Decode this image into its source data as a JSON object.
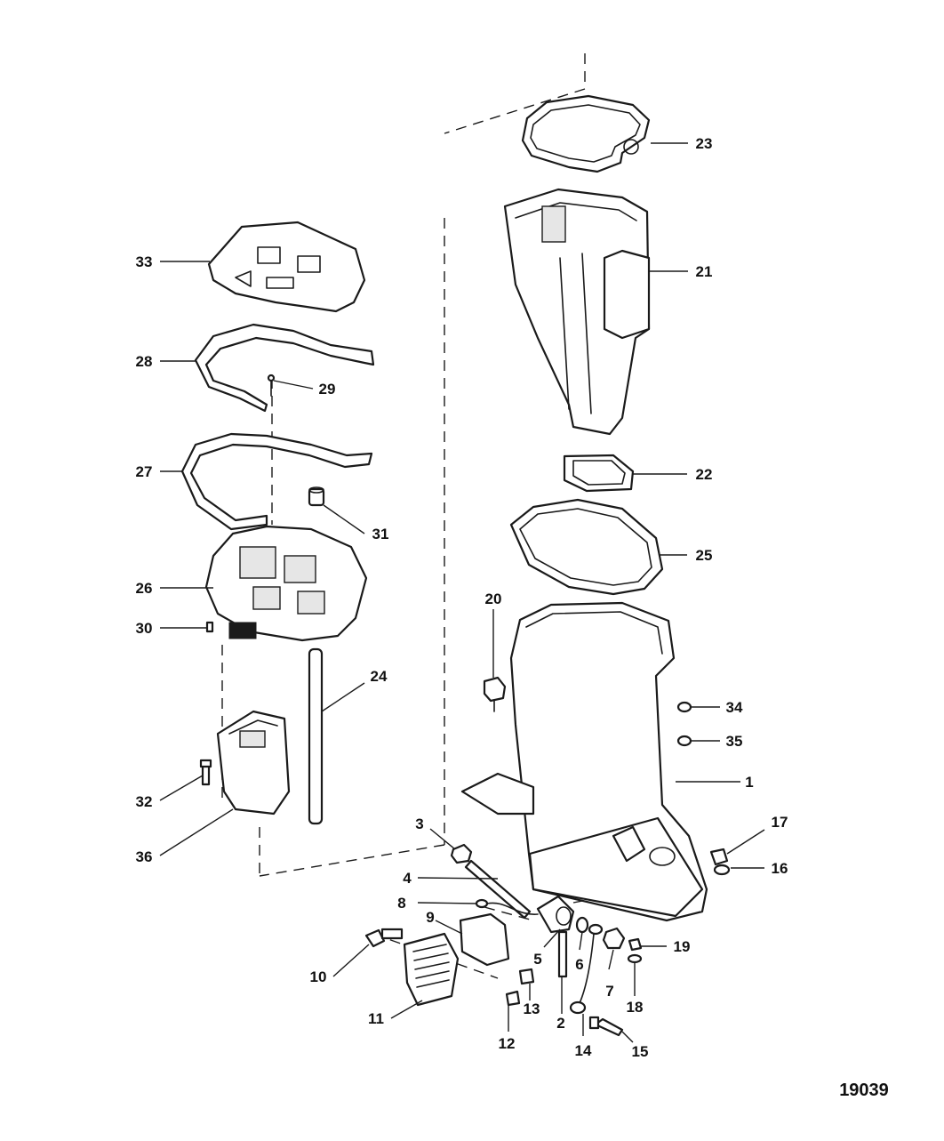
{
  "diagram_id": "19039",
  "callouts": [
    {
      "id": "c1",
      "label": "1"
    },
    {
      "id": "c2",
      "label": "2"
    },
    {
      "id": "c3",
      "label": "3"
    },
    {
      "id": "c4",
      "label": "4"
    },
    {
      "id": "c5",
      "label": "5"
    },
    {
      "id": "c6",
      "label": "6"
    },
    {
      "id": "c7",
      "label": "7"
    },
    {
      "id": "c8",
      "label": "8"
    },
    {
      "id": "c9",
      "label": "9"
    },
    {
      "id": "c10",
      "label": "10"
    },
    {
      "id": "c11",
      "label": "11"
    },
    {
      "id": "c12",
      "label": "12"
    },
    {
      "id": "c13",
      "label": "13"
    },
    {
      "id": "c14",
      "label": "14"
    },
    {
      "id": "c15",
      "label": "15"
    },
    {
      "id": "c16",
      "label": "16"
    },
    {
      "id": "c17",
      "label": "17"
    },
    {
      "id": "c18",
      "label": "18"
    },
    {
      "id": "c19",
      "label": "19"
    },
    {
      "id": "c20",
      "label": "20"
    },
    {
      "id": "c21",
      "label": "21"
    },
    {
      "id": "c22",
      "label": "22"
    },
    {
      "id": "c23",
      "label": "23"
    },
    {
      "id": "c24",
      "label": "24"
    },
    {
      "id": "c25",
      "label": "25"
    },
    {
      "id": "c26",
      "label": "26"
    },
    {
      "id": "c27",
      "label": "27"
    },
    {
      "id": "c28",
      "label": "28"
    },
    {
      "id": "c29",
      "label": "29"
    },
    {
      "id": "c30",
      "label": "30"
    },
    {
      "id": "c31",
      "label": "31"
    },
    {
      "id": "c32",
      "label": "32"
    },
    {
      "id": "c33",
      "label": "33"
    },
    {
      "id": "c34",
      "label": "34"
    },
    {
      "id": "c35",
      "label": "35"
    },
    {
      "id": "c36",
      "label": "36"
    }
  ]
}
